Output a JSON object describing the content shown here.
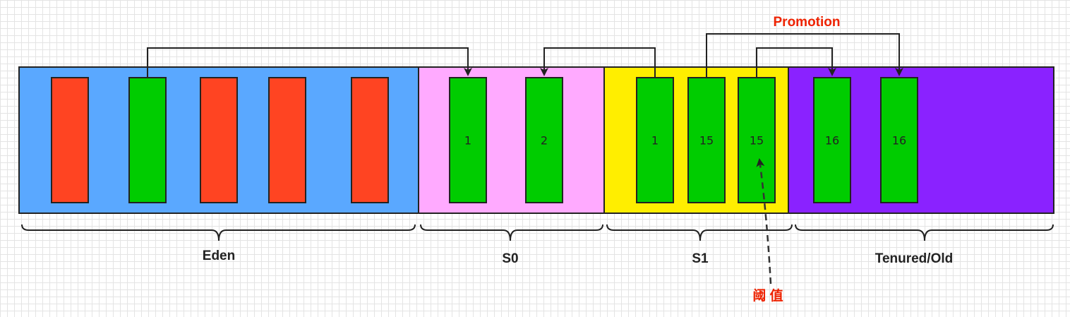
{
  "colors": {
    "eden": "#5aa8ff",
    "s0": "#ffaaff",
    "s1": "#ffee00",
    "tenured": "#8a22ff",
    "live_object": "#00cc00",
    "dead_object": "#ff4422",
    "annotation": "#ee2200",
    "arrow": "#222222"
  },
  "regions": {
    "eden": {
      "label": "Eden"
    },
    "s0": {
      "label": "S0"
    },
    "s1": {
      "label": "S1"
    },
    "tenured": {
      "label": "Tenured/Old"
    }
  },
  "objects": {
    "eden": [
      {
        "state": "dead",
        "age": ""
      },
      {
        "state": "live",
        "age": ""
      },
      {
        "state": "dead",
        "age": ""
      },
      {
        "state": "dead",
        "age": ""
      },
      {
        "state": "dead",
        "age": ""
      }
    ],
    "s0": [
      {
        "state": "live",
        "age": "1"
      },
      {
        "state": "live",
        "age": "2"
      }
    ],
    "s1": [
      {
        "state": "live",
        "age": "1"
      },
      {
        "state": "live",
        "age": "15"
      },
      {
        "state": "live",
        "age": "15"
      }
    ],
    "tenured": [
      {
        "state": "live",
        "age": "16"
      },
      {
        "state": "live",
        "age": "16"
      }
    ]
  },
  "annotations": {
    "promotion": "Promotion",
    "threshold": "阈 值"
  }
}
